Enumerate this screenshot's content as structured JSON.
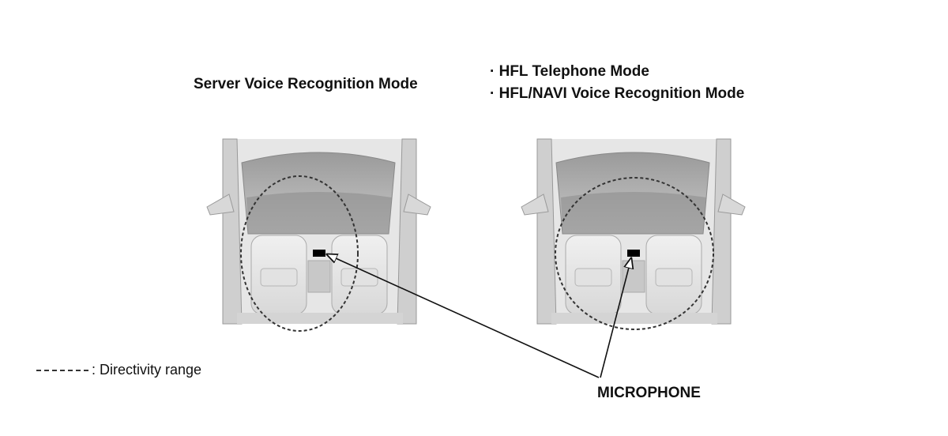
{
  "titles": {
    "left": "Server Voice Recognition Mode",
    "right_line_1": "· HFL Telephone Mode",
    "right_line_2": "· HFL/NAVI Voice Recognition Mode"
  },
  "legend": {
    "label": ": Directivity range"
  },
  "callout": {
    "label": "MICROPHONE"
  }
}
